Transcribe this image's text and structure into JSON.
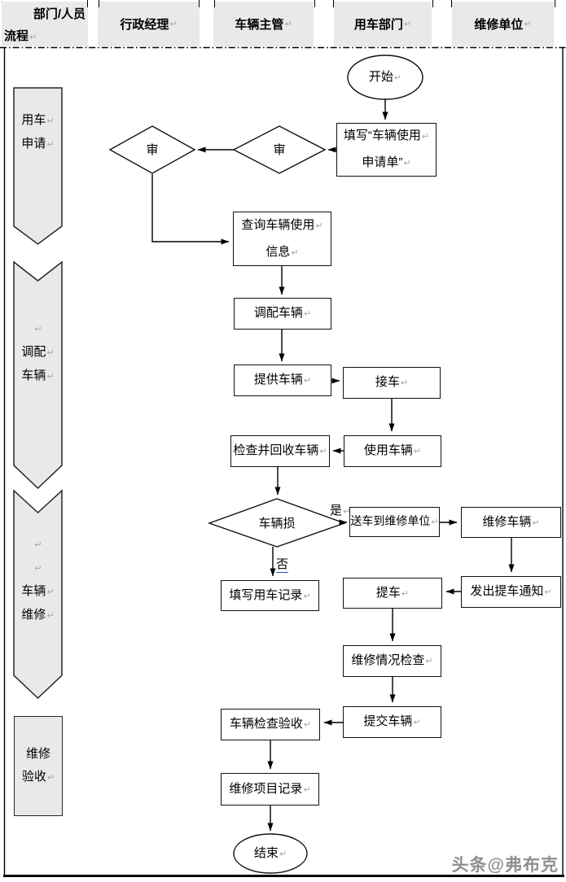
{
  "header": {
    "corner": {
      "top": "部门/人员",
      "bottom": "流程"
    },
    "columns": [
      "行政经理",
      "车辆主管",
      "用车部门",
      "维修单位"
    ]
  },
  "phases": [
    {
      "lines": [
        "用车",
        "申请"
      ]
    },
    {
      "lines": [
        "调配",
        "车辆"
      ]
    },
    {
      "lines": [
        "车辆",
        "维修"
      ]
    },
    {
      "lines": [
        "维修",
        "验收"
      ]
    }
  ],
  "nodes": {
    "start": {
      "label": "开始"
    },
    "fill_form": {
      "lines": [
        "填写“车辆使用",
        "申请单”"
      ]
    },
    "audit_right": {
      "label": "审"
    },
    "audit_left": {
      "label": "审"
    },
    "query": {
      "lines": [
        "查询车辆使用",
        "信息"
      ]
    },
    "dispatch": {
      "label": "调配车辆"
    },
    "provide": {
      "label": "提供车辆"
    },
    "receive": {
      "label": "接车"
    },
    "use": {
      "label": "使用车辆"
    },
    "check_recover": {
      "label": "检查并回收车辆"
    },
    "damaged": {
      "label": "车辆损"
    },
    "send_repair": {
      "label": "送车到维修单位"
    },
    "repair": {
      "label": "维修车辆"
    },
    "notify": {
      "label": "发出提车通知"
    },
    "pickup": {
      "label": "提车"
    },
    "fill_record": {
      "label": "填写用车记录"
    },
    "inspect": {
      "label": "维修情况检查"
    },
    "submit": {
      "label": "提交车辆"
    },
    "accept": {
      "label": "车辆检查验收"
    },
    "record": {
      "label": "维修项目记录"
    },
    "end": {
      "label": "结束"
    }
  },
  "edge_labels": {
    "yes": "是",
    "no": "否"
  },
  "marks": {
    "ret": "↵"
  },
  "watermark": {
    "text": "头条@弗布克"
  },
  "colors": {
    "cell_bg": "#e9e9e9",
    "line": "#1a1a1a",
    "no_underline": "#2d50b4",
    "watermark_gray": "#8f8f8f"
  }
}
